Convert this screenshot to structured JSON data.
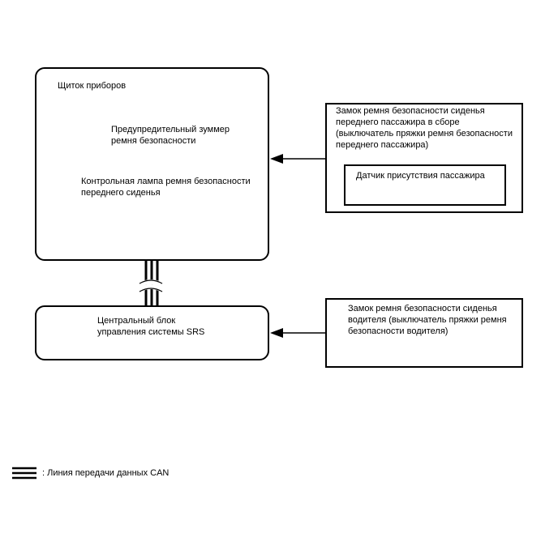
{
  "instrument_panel": {
    "title": "Щиток приборов",
    "buzzer_line1": "Предупредительный зуммер",
    "buzzer_line2": "ремня безопасности",
    "lamp_line1": "Контрольная лампа ремня безопасности",
    "lamp_line2": "переднего сиденья"
  },
  "srs_unit": {
    "line1": "Центральный блок",
    "line2": "управления системы SRS"
  },
  "passenger_buckle": {
    "line1": "Замок ремня безопасности сиденья",
    "line2": "переднего пассажира в сборе",
    "line3": "(выключатель пряжки ремня безопасности",
    "line4": "переднего пассажира)",
    "sensor_label": "Датчик присутствия пассажира"
  },
  "driver_buckle": {
    "line1": "Замок ремня безопасности сиденья",
    "line2": "водителя (выключатель пряжки ремня",
    "line3": "безопасности водителя)"
  },
  "legend": {
    "can_line_label": ": Линия передачи данных CAN"
  },
  "icons": {
    "buzzer": "speaker-buzzer-icon",
    "seatbelt": "seatbelt-warning-icon"
  }
}
